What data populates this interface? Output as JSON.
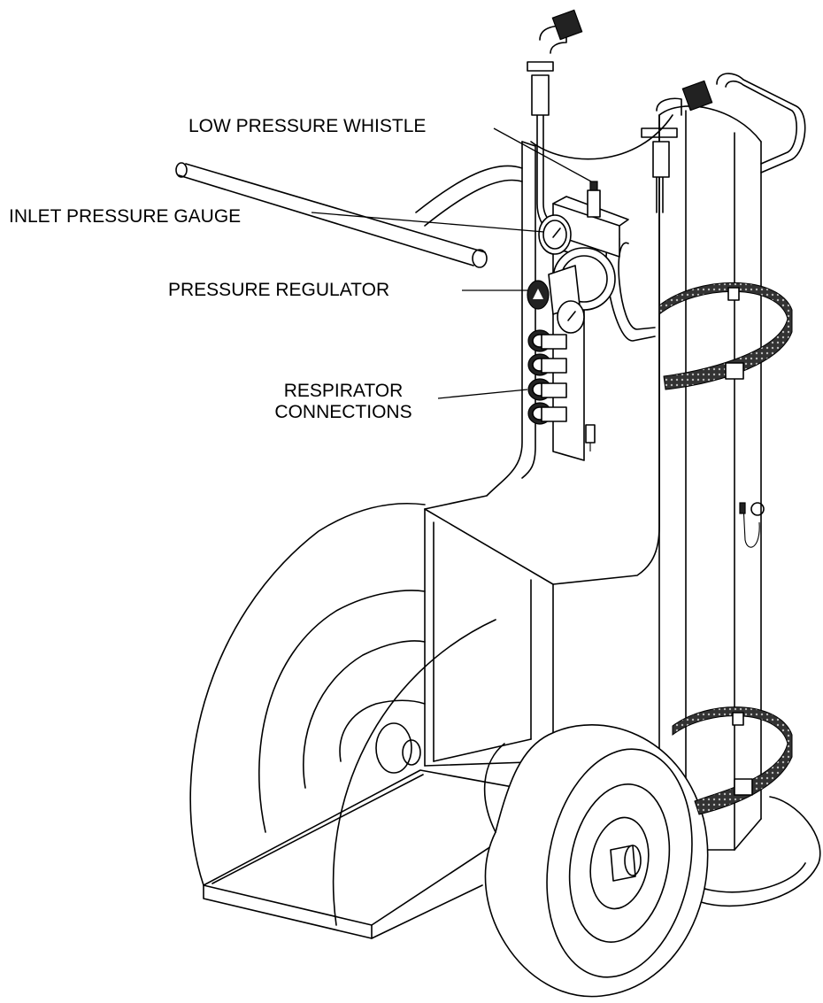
{
  "callouts": {
    "low_pressure_whistle": "LOW PRESSURE WHISTLE",
    "inlet_pressure_gauge": "INLET PRESSURE GAUGE",
    "pressure_regulator": "PRESSURE REGULATOR",
    "respirator_connections_line1": "RESPIRATOR",
    "respirator_connections_line2": "CONNECTIONS"
  },
  "colors": {
    "line": "#000000",
    "background": "#ffffff",
    "strap": "#2a2a2a"
  }
}
